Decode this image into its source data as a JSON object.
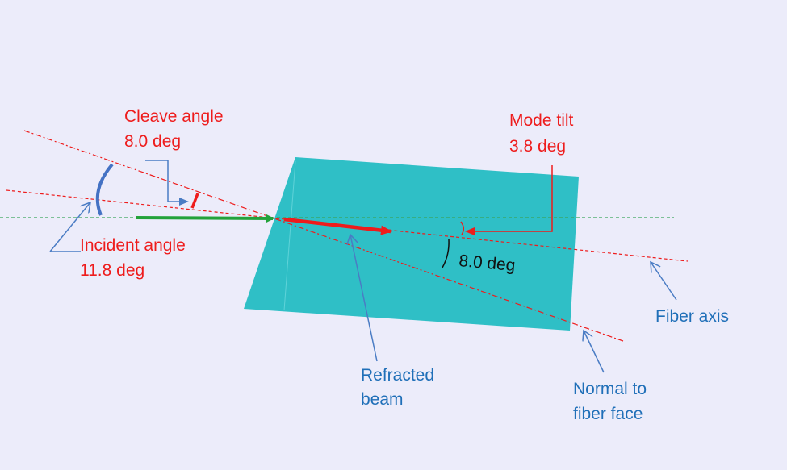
{
  "labels": {
    "cleave_angle": {
      "line1": "Cleave angle",
      "line2": "8.0 deg"
    },
    "mode_tilt": {
      "line1": "Mode tilt",
      "line2": "3.8 deg"
    },
    "incident_angle": {
      "line1": "Incident angle",
      "line2": "11.8 deg"
    },
    "tilt_angle": "8.0 deg",
    "fiber_axis": "Fiber axis",
    "refracted_beam": {
      "line1": "Refracted",
      "line2": "beam"
    },
    "normal": {
      "line1": "Normal to",
      "line2": "fiber face"
    }
  },
  "colors": {
    "background": "#ececfa",
    "fiber": "#2fbfc6",
    "red": "#ee1c1c",
    "blue": "#1f6fb8",
    "green": "#23a23a",
    "arc_blue": "#4472c4",
    "guide_green": "#3aa55a",
    "black": "#111111"
  }
}
